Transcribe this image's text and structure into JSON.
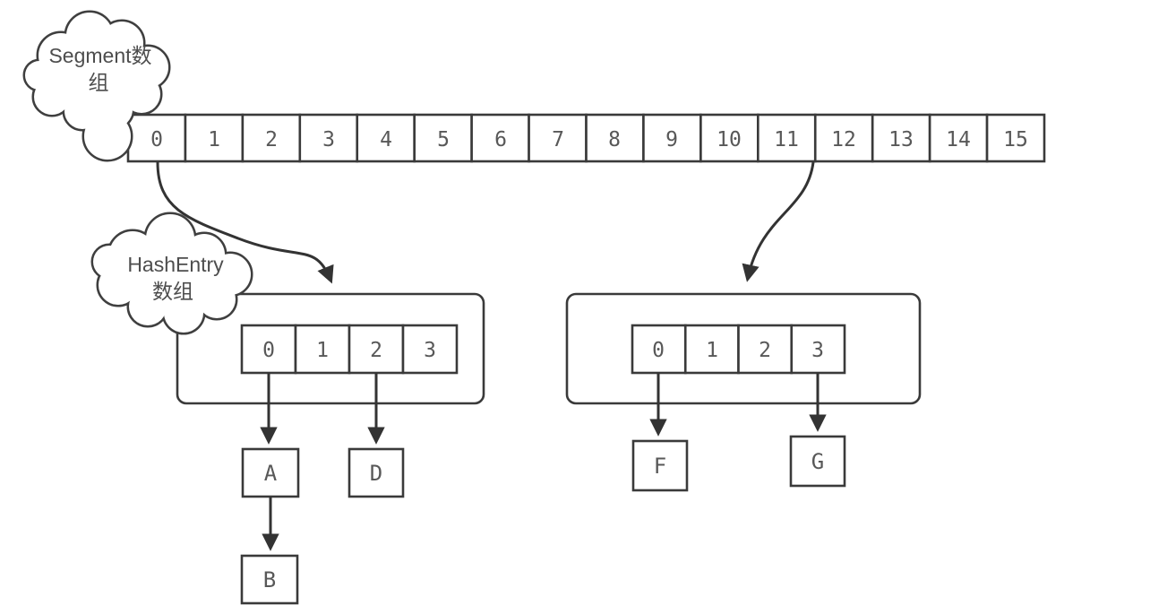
{
  "clouds": {
    "segment": {
      "line1": "Segment数",
      "line2": "组"
    },
    "hashentry": {
      "line1": "HashEntry",
      "line2": "数组"
    }
  },
  "segment_array": {
    "cells": [
      "0",
      "1",
      "2",
      "3",
      "4",
      "5",
      "6",
      "7",
      "8",
      "9",
      "10",
      "11",
      "12",
      "13",
      "14",
      "15"
    ]
  },
  "left_bucket": {
    "cells": [
      "0",
      "1",
      "2",
      "3"
    ],
    "node_a": "A",
    "node_b": "B",
    "node_d": "D"
  },
  "right_bucket": {
    "cells": [
      "0",
      "1",
      "2",
      "3"
    ],
    "node_f": "F",
    "node_g": "G"
  },
  "colors": {
    "line": "#3a3a3a",
    "cell_text": "#585858",
    "cloud_text": "#4d4d4d",
    "background": "#ffffff"
  }
}
